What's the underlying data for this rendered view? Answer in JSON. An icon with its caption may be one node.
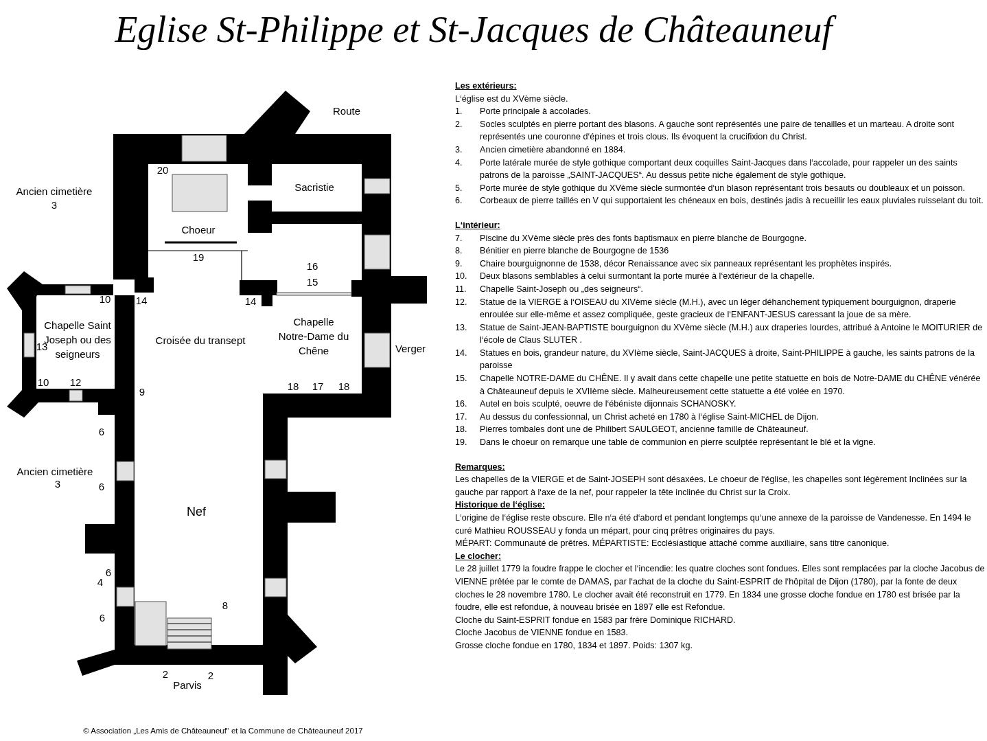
{
  "diagram": {
    "title": "Eglise St-Philippe et St-Jacques de Châteauneuf",
    "caption": "© Association „Les Amis de Châteauneuf“ et la Commune de Châteauneuf 2017",
    "nodes": [
      {
        "text": [
          "Choeur"
        ]
      },
      {
        "text": [
          "Sacristie"
        ]
      },
      {
        "text": [
          "Chapelle Saint Joseph ou des seigneurs"
        ]
      },
      {
        "text": [
          "Croisée du transept"
        ]
      },
      {
        "text": [
          "Chapelle Notre-Dame du Chêne"
        ]
      },
      {
        "text": [
          "Nef"
        ]
      }
    ],
    "edges": [],
    "labels": [
      "Route",
      "Ancien cimetière",
      "3",
      "20",
      "19",
      "16",
      "15",
      "10",
      "14",
      "14",
      "13",
      "10",
      "12",
      "9",
      "18",
      "17",
      "18",
      "Verger",
      "6",
      "Ancien cimetière",
      "3",
      "6",
      "6",
      "4",
      "6",
      "8",
      "2",
      "2",
      "Parvis",
      "Les extérieurs:",
      "L‘église est du XVème siècle.",
      "1.",
      "Porte principale à accolades.",
      "2.",
      "Socles sculptés en pierre portant des blasons. A gauche sont représentés une paire de tenailles et un marteau.  A droite sont représentés une couronne d‘épines et trois clous. Ils évoquent la crucifixion du Christ.",
      "3.",
      "Ancien cimetière abandonné en 1884.",
      "4.",
      "Porte latérale murée de style gothique comportant deux coquilles Saint-Jacques dans l‘accolade, pour rappeler un des saints patrons de la paroisse „SAINT-JACQUES“. Au dessus petite niche également de style gothique.",
      "5.",
      "Porte murée de style gothique du XVème siècle surmontée d‘un blason représentant trois besauts ou doubleaux et un poisson.",
      "6.",
      "Corbeaux de pierre taillés en V qui supportaient les chéneaux en bois, destinés jadis à recueillir les eaux pluviales ruisselant du toit.",
      "L‘intérieur:",
      "7.",
      "Piscine du XVème siècle près des fonts baptismaux en pierre blanche de Bourgogne.",
      "8.",
      "Bénitier en pierre blanche de Bourgogne de 1536",
      "9.",
      "Chaire bourguignonne de 1538, décor Renaissance avec six panneaux représentant les prophètes inspirés.",
      "10.",
      "Deux blasons semblables à celui surmontant la porte murée à l‘extérieur de la chapelle.",
      "11.",
      "Chapelle Saint-Joseph ou „des seigneurs“.",
      "12.",
      "Statue de la VIERGE à l‘OISEAU du XIVème siècle (M.H.), avec un léger déhanchement typiquement bourguignon, draperie enroulée sur elle-même et assez compliquée, geste gracieux de l‘ENFANT-JESUS caressant la joue de sa mère.",
      "13.",
      "Statue de Saint-JEAN-BAPTISTE bourguignon du XVème siècle (M.H.) aux draperies lourdes, attribué à Antoine le MOITURIER de l‘école de Claus SLUTER .",
      "14.",
      "Statues en bois, grandeur nature, du XVIème siècle, Saint-JACQUES à droite, Saint-PHILIPPE à gauche, les saints patrons de la paroisse",
      "15.",
      "Chapelle NOTRE-DAME du CHÊNE. Il y avait dans cette chapelle une petite statuette en bois de Notre-DAME du CHÊNE vénérée à Châteauneuf depuis le XVIIème siècle. Malheureusement cette statuette a été volée en 1970.",
      "16.",
      "Autel en bois sculpté, oeuvre de l‘ébéniste dijonnais SCHANOSKY.",
      "17.",
      "Au dessus du confessionnal, un Christ acheté en 1780 à l‘église Saint-MICHEL de Dijon.",
      "18.",
      "Pierres tombales dont une de Philibert SAULGEOT, ancienne famille de Châteauneuf.",
      "19.",
      "Dans le choeur on remarque une table de communion en pierre sculptée représentant le blé et la vigne.",
      "Remarques:",
      "Les chapelles de la VIERGE et de Saint-JOSEPH sont désaxées. Le choeur de l‘église, les chapelles sont légèrement Inclinées sur la gauche par rapport à l‘axe de la nef, pour rappeler la tête inclinée du Christ sur la Croix.",
      "Historique de l‘église:",
      "L‘origine de l‘église reste obscure. Elle n‘a été d‘abord et pendant longtemps qu‘une annexe de la paroisse de Vandenesse. En 1494 le curé Mathieu ROUSSEAU y fonda un mépart, pour cinq prêtres originaires du pays.",
      "MÉPART: Communauté de prêtres. MÉPARTISTE: Ecclésiastique attaché comme auxiliaire, sans titre canonique.",
      "Le clocher:",
      "Le 28 juillet 1779 la foudre frappe le clocher et l‘incendie: les quatre cloches sont fondues. Elles sont remplacées par la cloche Jacobus de VIENNE prêtée par le comte de DAMAS, par l‘achat de la cloche du Saint-ESPRIT de l‘hôpital de Dijon (1780), par la fonte de deux cloches le 28 novembre 1780. Le clocher avait été reconstruit en 1779. En 1834 une grosse cloche fondue en 1780 est brisée par la foudre, elle est refondue, à nouveau brisée en 1897 elle est Refondue.",
      "Cloche du Saint-ESPRIT fondue en 1583 par frère Dominique RICHARD.",
      "Cloche Jacobus de VIENNE fondue en 1583.",
      "Grosse cloche fondue en 1780, 1834 et 1897. Poids: 1307 kg."
    ]
  }
}
